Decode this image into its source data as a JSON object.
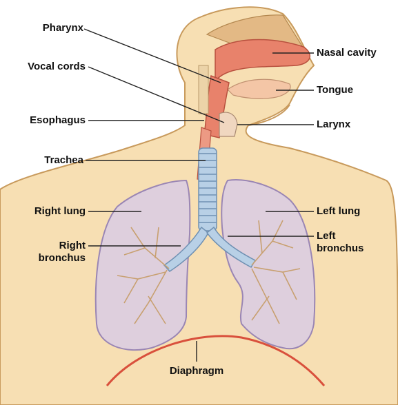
{
  "labels": {
    "pharynx": "Pharynx",
    "vocal_cords": "Vocal cords",
    "esophagus": "Esophagus",
    "trachea": "Trachea",
    "right_lung": "Right lung",
    "right_bronchus_1": "Right",
    "right_bronchus_2": "bronchus",
    "nasal_cavity": "Nasal cavity",
    "tongue": "Tongue",
    "larynx": "Larynx",
    "left_lung": "Left lung",
    "left_bronchus_1": "Left",
    "left_bronchus_2": "bronchus",
    "diaphragm": "Diaphragm"
  },
  "colors": {
    "skin": "#f7dfb3",
    "skin_outline": "#c89a5c",
    "airway": "#e8826b",
    "lung_fill": "#d9cde4",
    "lung_outline": "#9a86b4",
    "trachea_ring": "#8fb2d2",
    "bronchiole": "#c8a070",
    "diaphragm": "#d9503c",
    "leader_line": "#222222"
  }
}
